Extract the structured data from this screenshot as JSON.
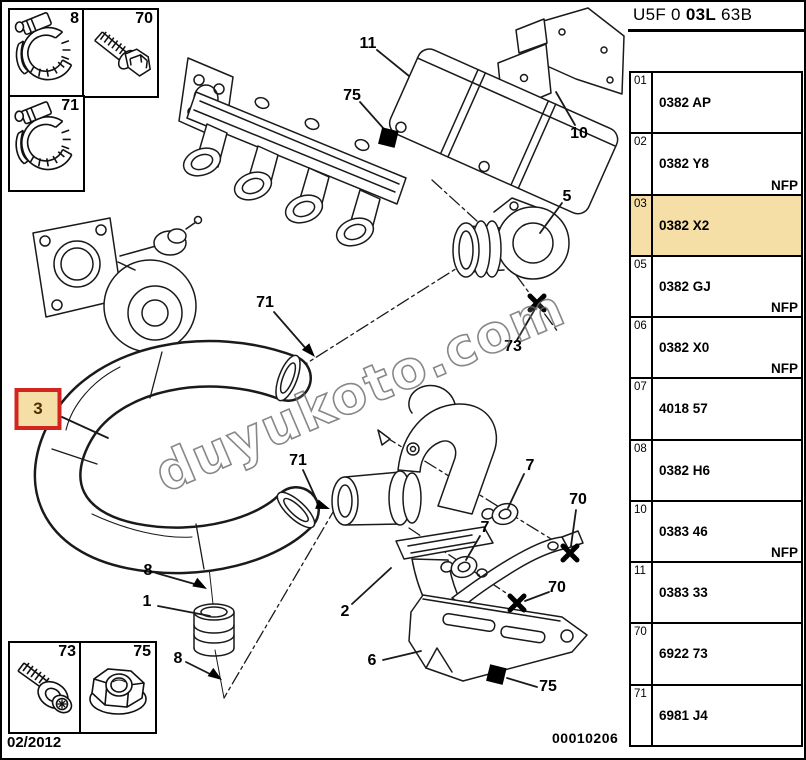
{
  "header": {
    "code_prefix": "U5F 0 ",
    "code_bold": "03L",
    "code_suffix": " 63B"
  },
  "table": {
    "highlighted_row": "03",
    "rows": [
      {
        "num": "01",
        "code": "0382 AP",
        "nfp": ""
      },
      {
        "num": "02",
        "code": "0382 Y8",
        "nfp": "NFP"
      },
      {
        "num": "03",
        "code": "0382 X2",
        "nfp": ""
      },
      {
        "num": "05",
        "code": "0382 GJ",
        "nfp": "NFP"
      },
      {
        "num": "06",
        "code": "0382 X0",
        "nfp": "NFP"
      },
      {
        "num": "07",
        "code": "4018 57",
        "nfp": ""
      },
      {
        "num": "08",
        "code": "0382 H6",
        "nfp": ""
      },
      {
        "num": "10",
        "code": "0383 46",
        "nfp": "NFP"
      },
      {
        "num": "11",
        "code": "0383 33",
        "nfp": ""
      },
      {
        "num": "70",
        "code": "6922 73",
        "nfp": ""
      },
      {
        "num": "71",
        "code": "6981 J4",
        "nfp": ""
      }
    ]
  },
  "legend_boxes": [
    {
      "label": "8",
      "icon": "hose-clamp-icon"
    },
    {
      "label": "70",
      "icon": "screw-icon"
    },
    {
      "label": "71",
      "icon": "hose-clamp-icon"
    },
    {
      "label": "73",
      "icon": "torx-screw-icon"
    },
    {
      "label": "75",
      "icon": "flange-nut-icon"
    }
  ],
  "diagram": {
    "callouts": [
      {
        "label": "11"
      },
      {
        "label": "75"
      },
      {
        "label": "10"
      },
      {
        "label": "5"
      },
      {
        "label": "73"
      },
      {
        "label": "71"
      },
      {
        "label": "3",
        "highlighted": true
      },
      {
        "label": "71"
      },
      {
        "label": "7"
      },
      {
        "label": "7"
      },
      {
        "label": "70"
      },
      {
        "label": "70"
      },
      {
        "label": "2"
      },
      {
        "label": "6"
      },
      {
        "label": "75"
      },
      {
        "label": "8"
      },
      {
        "label": "1"
      },
      {
        "label": "8"
      }
    ],
    "doc_number": "00010206"
  },
  "footer": {
    "date": "02/2012"
  },
  "watermark": {
    "text": "duyukoto.com"
  },
  "colors": {
    "highlight": "#F6DEA7",
    "callout_red": "#D32520"
  }
}
